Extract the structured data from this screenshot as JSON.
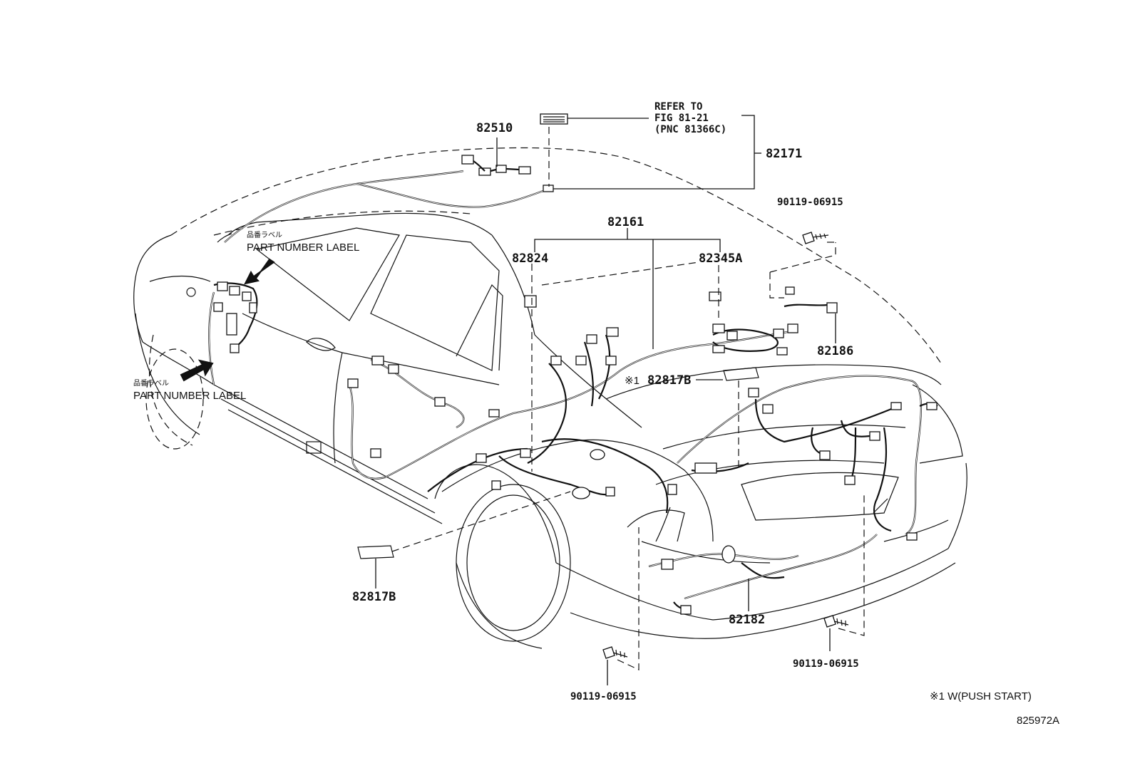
{
  "diagram_id": "825972A",
  "part_labels": {
    "p82510": "82510",
    "p82171": "82171",
    "p82161": "82161",
    "p82824": "82824",
    "p82345A": "82345A",
    "p82186": "82186",
    "p82817B_upper": "82817B",
    "p82817B_lower": "82817B",
    "p82182": "82182",
    "bolt_upper_right": "90119-06915",
    "bolt_lower_right": "90119-06915",
    "bolt_lower_center": "90119-06915"
  },
  "refer_note": {
    "line1": "REFER TO",
    "line2": "FIG 81-21",
    "line3": "(PNC 81366C)"
  },
  "note_marker": "※1",
  "part_number_label_top": {
    "jp": "品番ラベル",
    "en": "PART NUMBER LABEL"
  },
  "part_number_label_side": {
    "jp": "品番ラベル",
    "en": "PART NUMBER LABEL"
  },
  "footnote": "※1 W(PUSH START)"
}
